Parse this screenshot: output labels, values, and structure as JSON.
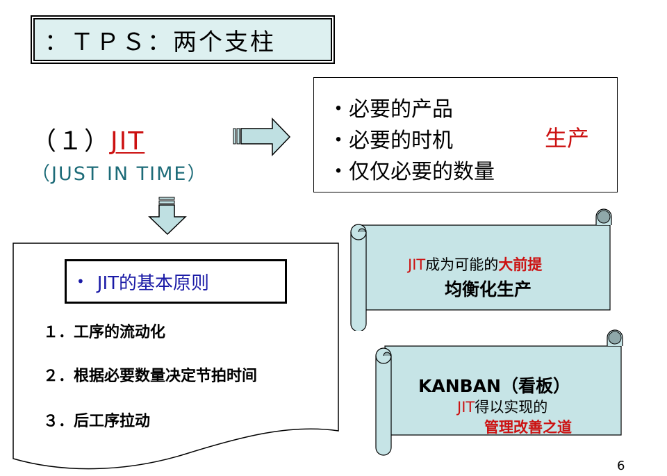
{
  "title": "：ＴＰＳ：两个支柱",
  "jit": {
    "prefix": "（１）",
    "name": "JIT",
    "subtitle": "（JUST  IN  TIME）"
  },
  "needs": {
    "items": [
      "・必要的产品",
      "・必要的时机",
      "・仅仅必要的数量"
    ],
    "result": "生产"
  },
  "principles": {
    "heading_bullet": "•",
    "heading": "JIT的基本原则",
    "items": [
      "１．工序的流动化",
      "２．根据必要数量决定节拍时间",
      "３．后工序拉动"
    ]
  },
  "scroll1": {
    "jit": "JIT",
    "text1": "成为可能的",
    "text1_red": "大前提",
    "text2": "均衡化生产"
  },
  "scroll2": {
    "heading": "KANBAN（看板）",
    "jit": "JIT",
    "text1": "得以实现的",
    "text2_red": "管理改善之道"
  },
  "page_number": "6",
  "colors": {
    "accent_red": "#cc1111",
    "title_bg": "#ddf0f0",
    "scroll_fill": "#c6e4e6",
    "arrow_fill": "#bfe0e2",
    "subtitle_teal": "#1c6b78",
    "principle_blue": "#1a1aa6"
  }
}
